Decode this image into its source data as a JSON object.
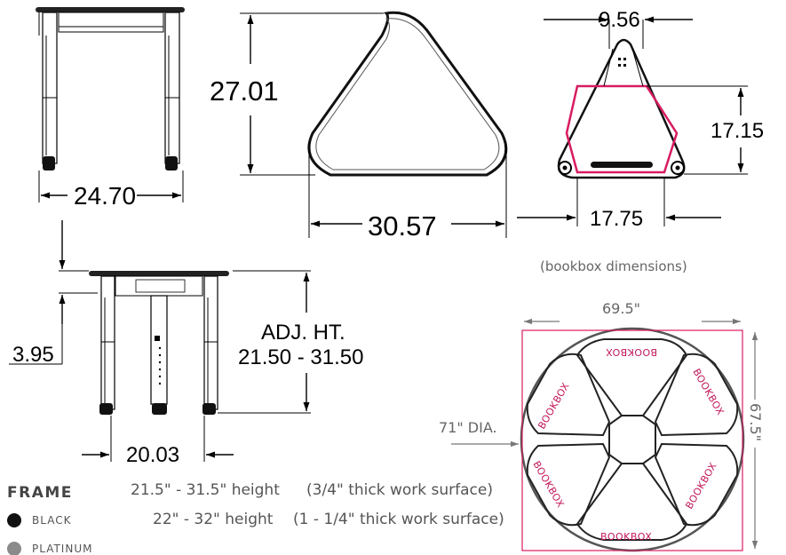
{
  "dimensions": {
    "side_width": "24.70",
    "top_height": "27.01",
    "top_width": "30.57",
    "bookbox_top": "9.56",
    "bookbox_height": "17.15",
    "bookbox_width": "17.75",
    "bookbox_caption": "(bookbox dimensions)",
    "front_top_offset": "3.95",
    "adj_ht_label": "ADJ. HT.",
    "adj_ht_range": "21.50 - 31.50",
    "front_width": "20.03"
  },
  "cluster": {
    "width": "69.5\"",
    "height": "67.5\"",
    "diameter": "71\" DIA.",
    "bookbox_label": "BOOKBOX"
  },
  "heights": [
    {
      "range": "21.5\" - 31.5\" height",
      "surface": "(3/4\" thick work surface)"
    },
    {
      "range": "22\" - 32\" height",
      "surface": "(1 - 1/4\" thick work surface)"
    }
  ],
  "frame": {
    "title": "FRAME",
    "options": [
      {
        "label": "BLACK",
        "color": "#111111"
      },
      {
        "label": "PLATINUM",
        "color": "#8a8a8a"
      }
    ]
  }
}
